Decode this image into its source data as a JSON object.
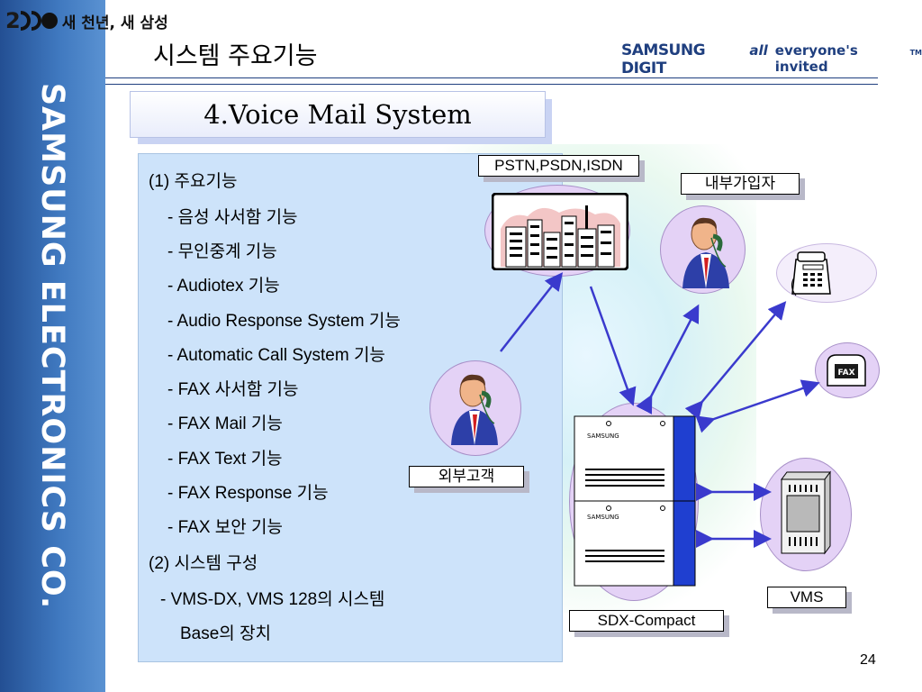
{
  "header": {
    "logo_number": "2",
    "logo_slogan": "새 천년, 새 삼성",
    "page_title": "시스템 주요기능",
    "brand_name": "SAMSUNG DIGIT",
    "brand_name_suffix": "all",
    "brand_tagline": "everyone's invited",
    "brand_tm": "TM"
  },
  "sidebar": {
    "text": "SAMSUNG ELECTRONICS CO."
  },
  "section_title": "4.Voice Mail System",
  "content": {
    "heading1": "(1) 주요기능",
    "features": [
      "- 음성 사서함 기능",
      "- 무인중계 기능",
      "- Audiotex 기능",
      "- Audio Response System 기능",
      "- Automatic Call System 기능",
      "- FAX 사서함 기능",
      "- FAX Mail 기능",
      "- FAX Text 기능",
      "- FAX Response 기능",
      "- FAX 보안 기능"
    ],
    "heading2": "(2) 시스템 구성",
    "config_line1": "- VMS-DX, VMS 128의 시스템",
    "config_line2": "Base의 장치"
  },
  "diagram": {
    "labels": {
      "network": "PSTN,PSDN,ISDN",
      "internal_user": "내부가입자",
      "external_customer": "외부고객",
      "vms": "VMS",
      "pbx": "SDX-Compact"
    },
    "pbx_brand_text": "SAMSUNG",
    "fax_label": "FAX",
    "colors": {
      "arrow": "#3a3acd",
      "bubble": "#e4d2f6",
      "pbx_blue": "#1f3fd0"
    }
  },
  "page_number": "24"
}
